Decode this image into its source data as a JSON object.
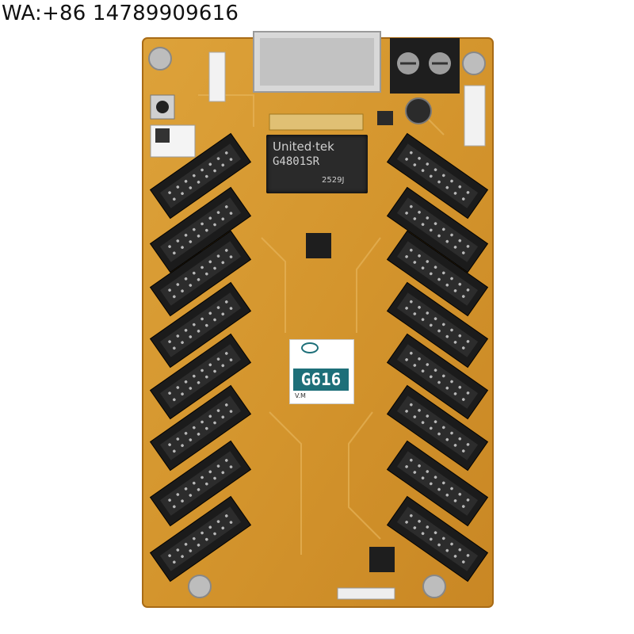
{
  "contact": {
    "text": "WA:+86 14789909616"
  },
  "chip_label": {
    "model": "G616",
    "version": "V.M"
  },
  "ic": {
    "brand": "United·tek",
    "model": "G4801SR",
    "code": "2529J"
  },
  "colors": {
    "board": "#d99a33",
    "board_dark": "#b87a1e",
    "connector": "#1b1b1b",
    "chip_band": "#1d6f79"
  }
}
